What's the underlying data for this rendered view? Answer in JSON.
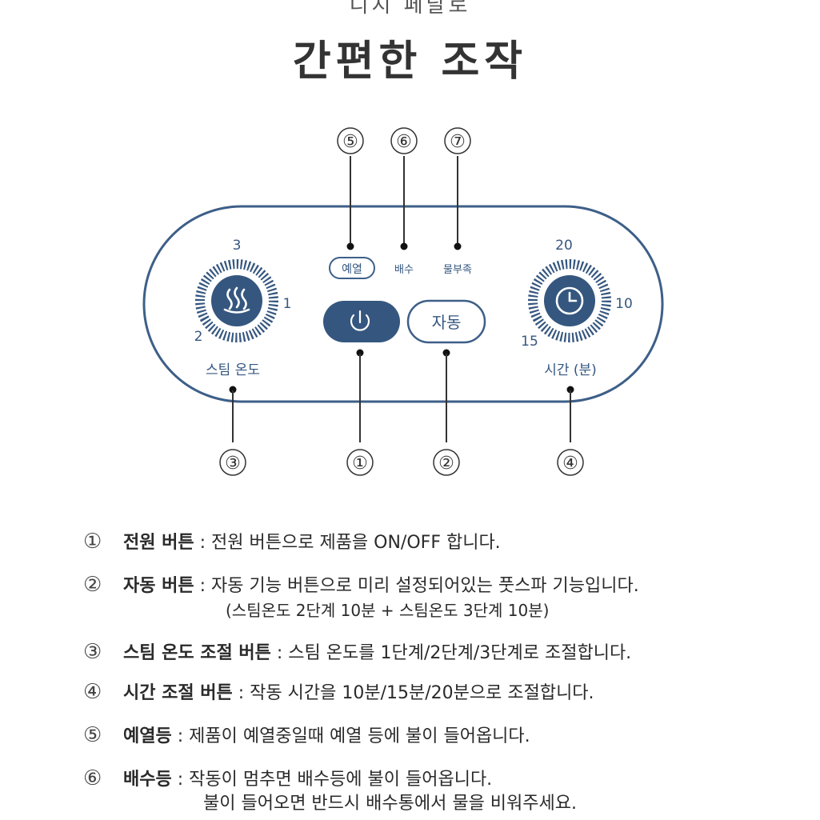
{
  "header": {
    "subtitle_partial": "디지 페달로",
    "title": "간편한 조작"
  },
  "panel": {
    "callouts": {
      "c1": "①",
      "c2": "②",
      "c3": "③",
      "c4": "④",
      "c5": "⑤",
      "c6": "⑥",
      "c7": "⑦"
    },
    "indicators": {
      "preheat": "예열",
      "drain": "배수",
      "water_low": "물부족"
    },
    "auto_button": "자동",
    "steam": {
      "label": "스팀 온도",
      "level_1": "1",
      "level_2": "2",
      "level_3": "3",
      "icon": "steam-icon"
    },
    "timer": {
      "label": "시간 (분)",
      "t10": "10",
      "t15": "15",
      "t20": "20",
      "icon": "clock-icon"
    },
    "power_icon": "power-icon",
    "colors": {
      "accent": "#35577f",
      "outline": "#3d5f88"
    }
  },
  "descriptions": [
    {
      "num": "①",
      "term": "전원 버튼",
      "text": " : 전원 버튼으로 제품을 ON/OFF 합니다."
    },
    {
      "num": "②",
      "term": "자동 버튼",
      "text": " : 자동 기능 버튼으로 미리 설정되어있는 풋스파 기능입니다.",
      "sub": "(스팀온도 2단계 10분 + 스팀온도 3단계 10분)"
    },
    {
      "num": "③",
      "term": "스팀 온도 조절 버튼",
      "text": " : 스팀 온도를 1단계/2단계/3단계로 조절합니다."
    },
    {
      "num": "④",
      "term": "시간 조절 버튼",
      "text": " : 작동 시간을 10분/15분/20분으로 조절합니다."
    },
    {
      "num": "⑤",
      "term": "예열등",
      "text": " : 제품이 예열중일때 예열 등에 불이 들어옵니다."
    },
    {
      "num": "⑥",
      "term": "배수등",
      "text": " : 작동이 멈추면 배수등에 불이 들어옵니다.",
      "cont": "불이 들어오면 반드시 배수통에서 물을 비워주세요."
    }
  ]
}
